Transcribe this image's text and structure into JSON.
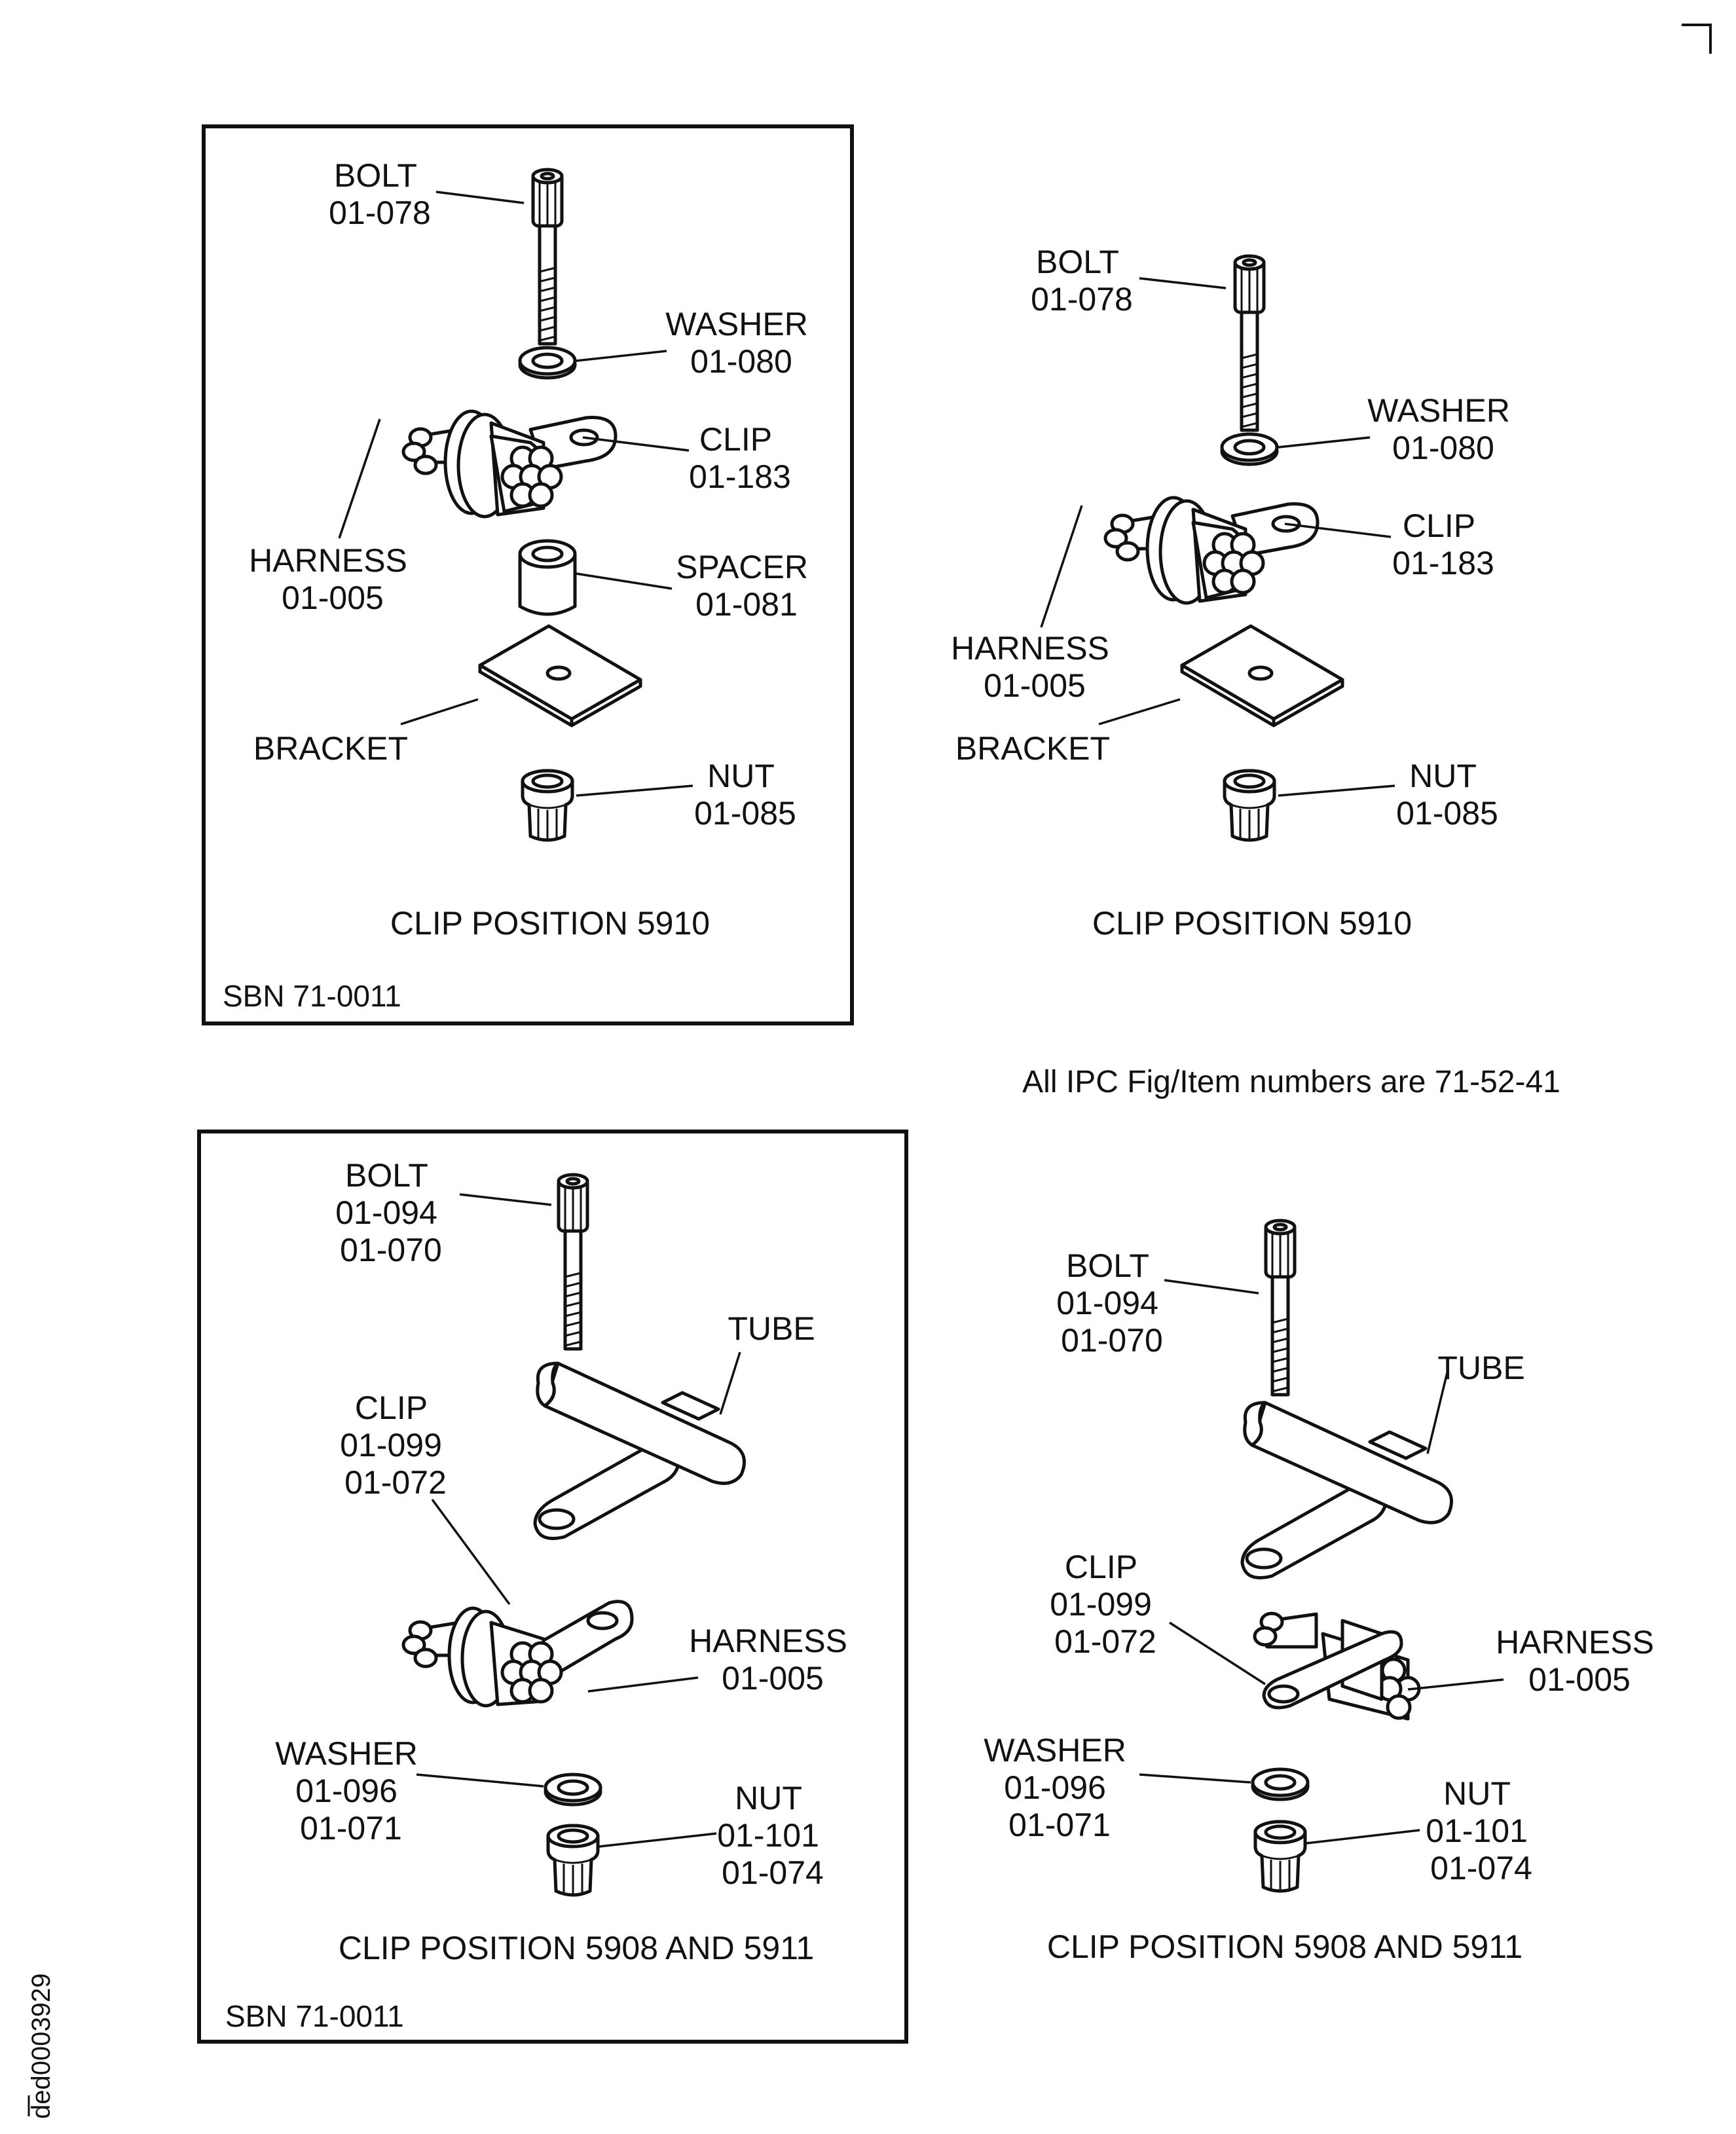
{
  "note": "All IPC Fig/Item numbers are 71-52-41",
  "doc_id": "ded0003929",
  "panels": {
    "p1": {
      "boxed": true,
      "sbn": "SBN 71-0011",
      "caption": "CLIP POSITION 5910",
      "labels": {
        "bolt": [
          "BOLT",
          "01-078"
        ],
        "washer": [
          "WASHER",
          "01-080"
        ],
        "clip": [
          "CLIP",
          "01-183"
        ],
        "harness": [
          "HARNESS",
          "01-005"
        ],
        "spacer": [
          "SPACER",
          "01-081"
        ],
        "bracket": [
          "BRACKET"
        ],
        "nut": [
          "NUT",
          "01-085"
        ]
      }
    },
    "p2": {
      "boxed": false,
      "caption": "CLIP POSITION 5910",
      "labels": {
        "bolt": [
          "BOLT",
          "01-078"
        ],
        "washer": [
          "WASHER",
          "01-080"
        ],
        "clip": [
          "CLIP",
          "01-183"
        ],
        "harness": [
          "HARNESS",
          "01-005"
        ],
        "bracket": [
          "BRACKET"
        ],
        "nut": [
          "NUT",
          "01-085"
        ]
      }
    },
    "p3": {
      "boxed": true,
      "sbn": "SBN 71-0011",
      "caption": "CLIP POSITION 5908 AND 5911",
      "labels": {
        "bolt": [
          "BOLT",
          "01-094",
          "01-070"
        ],
        "tube": [
          "TUBE"
        ],
        "clip": [
          "CLIP",
          "01-099",
          "01-072"
        ],
        "harness": [
          "HARNESS",
          "01-005"
        ],
        "washer": [
          "WASHER",
          "01-096",
          "01-071"
        ],
        "nut": [
          "NUT",
          "01-101",
          "01-074"
        ]
      }
    },
    "p4": {
      "boxed": false,
      "caption": "CLIP POSITION 5908 AND 5911",
      "labels": {
        "bolt": [
          "BOLT",
          "01-094",
          "01-070"
        ],
        "tube": [
          "TUBE"
        ],
        "clip": [
          "CLIP",
          "01-099",
          "01-072"
        ],
        "harness": [
          "HARNESS",
          "01-005"
        ],
        "washer": [
          "WASHER",
          "01-096",
          "01-071"
        ],
        "nut": [
          "NUT",
          "01-101",
          "01-074"
        ]
      }
    }
  }
}
